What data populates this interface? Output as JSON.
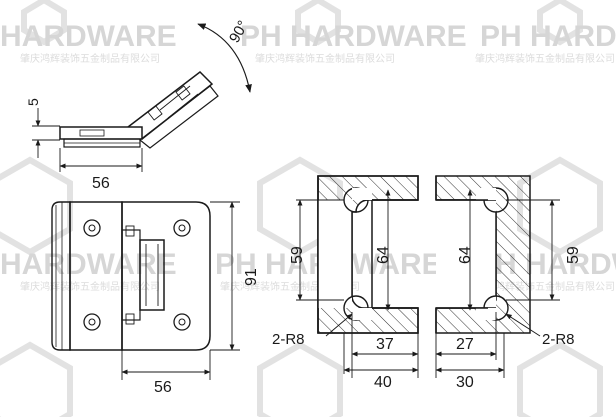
{
  "watermark": {
    "brand": "PH HARDWARE",
    "brand_short": "HARDWARE",
    "company": "肇庆鸿辉装饰五金制品有限公司",
    "color": "#d6d6d6"
  },
  "top_view": {
    "angle_label": "90°",
    "height_label": "5",
    "width_label": "56"
  },
  "front_view": {
    "width_label": "56",
    "height_label": "91"
  },
  "cutout_left": {
    "inner_height_label": "59",
    "outer_height_label": "64",
    "radius_label": "2-R8",
    "inner_width_label": "37",
    "outer_width_label": "40"
  },
  "cutout_right": {
    "outer_height_label": "64",
    "inner_height_label": "59",
    "radius_label": "2-R8",
    "inner_width_label": "27",
    "outer_width_label": "30"
  }
}
